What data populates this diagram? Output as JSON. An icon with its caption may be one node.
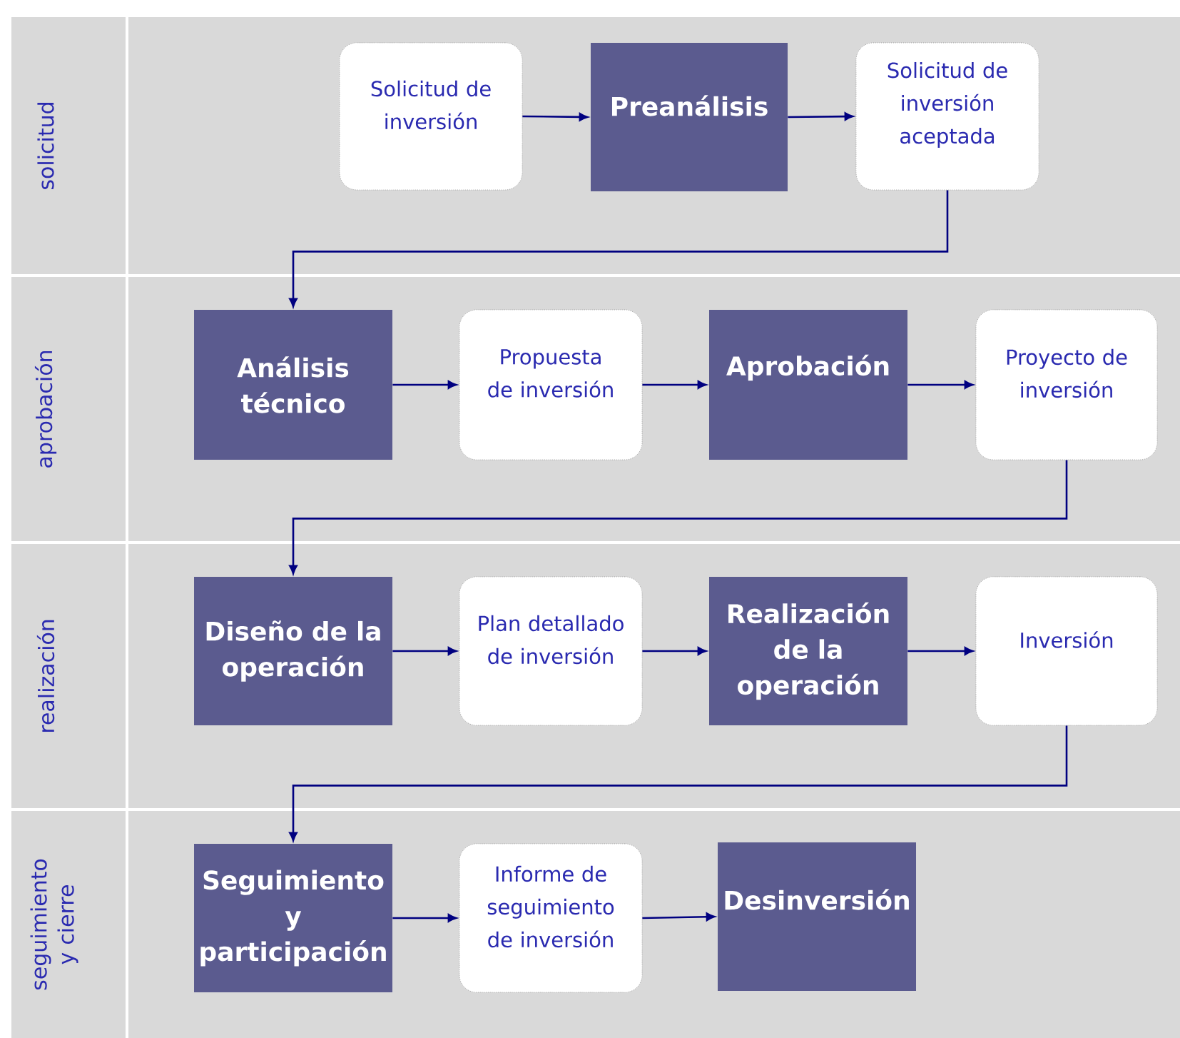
{
  "diagram": {
    "nodes": [
      {
        "text": [
          "solicitud"
        ]
      },
      {
        "text": [
          "Solicitud de inversión"
        ],
        "in": 0
      },
      {
        "text": [
          "Preanálisis"
        ],
        "in": 0
      },
      {
        "text": [
          "Solicitud de inversión aceptada"
        ],
        "in": 0
      },
      {
        "text": [
          "aprobación"
        ]
      },
      {
        "text": [
          "Análisis técnico"
        ],
        "in": 4
      },
      {
        "text": [
          "Propuesta de inversión"
        ],
        "in": 4
      },
      {
        "text": [
          "Aprobación"
        ],
        "in": 4
      },
      {
        "text": [
          "Proyecto de inversión"
        ],
        "in": 4
      },
      {
        "text": [
          "realización"
        ]
      },
      {
        "text": [
          "Diseño de la operación"
        ],
        "in": 9
      },
      {
        "text": [
          "Plan detallado de inversión"
        ],
        "in": 9
      },
      {
        "text": [
          "Realización de la operación"
        ],
        "in": 9
      },
      {
        "text": [
          "Inversión"
        ],
        "in": 9
      },
      {
        "text": [
          "seguimiento y cierre"
        ]
      },
      {
        "text": [
          "Seguimiento y participación"
        ],
        "in": 14
      },
      {
        "text": [
          "Informe de seguimiento de inversión"
        ],
        "in": 14
      },
      {
        "text": [
          "Desinversión"
        ],
        "in": 14
      }
    ],
    "edges": [
      {
        "from": 1,
        "to": 2,
        "arrow": "to"
      },
      {
        "from": 2,
        "to": 3,
        "arrow": "to"
      },
      {
        "from": 3,
        "to": 5,
        "arrow": "to"
      },
      {
        "from": 5,
        "to": 6,
        "arrow": "to"
      },
      {
        "from": 6,
        "to": 7,
        "arrow": "to"
      },
      {
        "from": 7,
        "to": 8,
        "arrow": "to"
      },
      {
        "from": 8,
        "to": 10,
        "arrow": "to"
      },
      {
        "from": 10,
        "to": 11,
        "arrow": "to"
      },
      {
        "from": 11,
        "to": 12,
        "arrow": "to"
      },
      {
        "from": 12,
        "to": 13,
        "arrow": "to"
      },
      {
        "from": 13,
        "to": 15,
        "arrow": "to"
      },
      {
        "from": 15,
        "to": 16,
        "arrow": "to"
      },
      {
        "from": 16,
        "to": 17,
        "arrow": "to"
      }
    ]
  }
}
